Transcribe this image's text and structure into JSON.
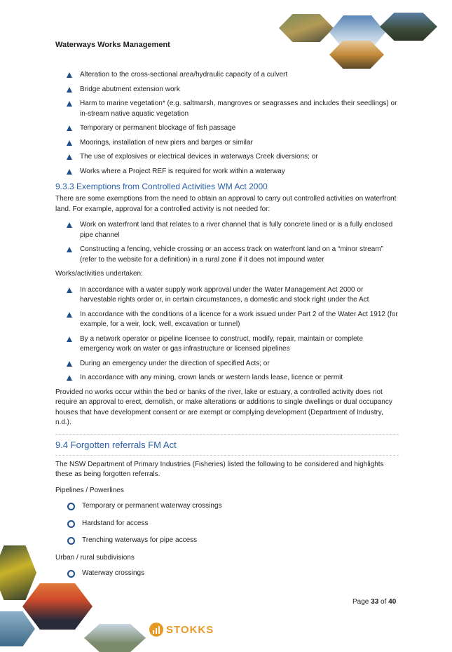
{
  "header": {
    "title": "Waterways Works Management"
  },
  "list1": [
    "Alteration to the cross-sectional area/hydraulic capacity of a culvert",
    "Bridge abutment extension work",
    "Harm to marine vegetation* (e.g. saltmarsh, mangroves or seagrasses and includes their seedlings) or in-stream native aquatic vegetation",
    "Temporary or permanent blockage of fish passage",
    "Moorings, installation of new piers and barges or similar",
    "The use of explosives or electrical devices in waterways Creek diversions; or",
    "Works where a Project REF is required for work within a waterway"
  ],
  "section933": {
    "heading": "9.3.3   Exemptions from Controlled Activities WM Act 2000",
    "intro": "There are some exemptions from the need to obtain an approval to carry out controlled activities on waterfront land. For example, approval for a controlled activity is not needed for:",
    "list": [
      "Work on waterfront land that relates to a river channel that is fully concrete lined or is a fully enclosed pipe channel",
      "Constructing a fencing, vehicle crossing or an access track on waterfront land on a “minor stream” (refer to the website for a definition) in a rural zone if it does not impound water"
    ],
    "works_label": "Works/activities undertaken:",
    "works_list": [
      "In accordance with a water supply work approval under the Water Management Act 2000 or harvestable rights order or, in certain circumstances, a domestic and stock right under the Act",
      "In accordance with the conditions of a licence for a work issued under Part 2 of the Water Act 1912 (for example, for a weir, lock, well, excavation or tunnel)",
      "By a network operator or pipeline licensee to construct, modify, repair, maintain or complete emergency work on water or gas infrastructure or licensed pipelines",
      "During an emergency under the direction of specified Acts; or",
      "In accordance with any mining, crown lands or western lands lease, licence or permit"
    ],
    "closing": "Provided no works occur within the bed or banks of the river, lake or estuary, a controlled activity does not require an approval to erect, demolish, or make alterations or additions to single dwellings or dual occupancy houses that have development consent or are exempt or complying development (Department of Industry, n.d.)."
  },
  "section94": {
    "heading": "9.4   Forgotten referrals FM Act",
    "intro": "The NSW Department of Primary Industries (Fisheries) listed the following to be considered and highlights these as being forgotten referrals.",
    "pipelines_label": "Pipelines / Powerlines",
    "pipelines_list": [
      "Temporary or permanent waterway crossings",
      "Hardstand for access",
      "Trenching waterways for pipe access"
    ],
    "urban_label": "Urban / rural subdivisions",
    "urban_list": [
      "Waterway crossings"
    ]
  },
  "footer": {
    "page_prefix": "Page ",
    "page_current": "33",
    "page_of": " of ",
    "page_total": "40",
    "logo_text": "STOKKS"
  },
  "colors": {
    "accent": "#2a5ea8",
    "bullet": "#1f4e8c",
    "logo": "#e69a24"
  },
  "icons": {
    "top_right": "hexagon-photo-collage",
    "bottom_left": "hexagon-photo-collage",
    "logo": "bar-chart-logo-icon"
  }
}
